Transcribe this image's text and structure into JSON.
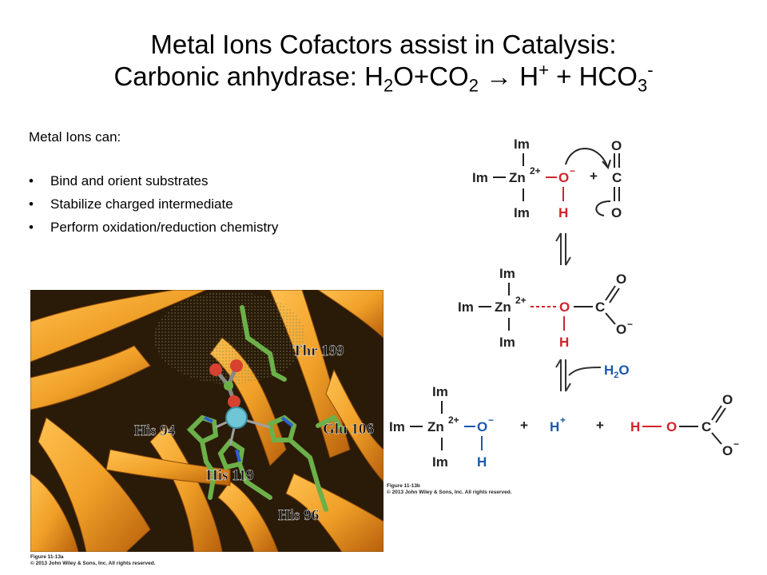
{
  "title": {
    "line1": "Metal Ions Cofactors assist in Catalysis:",
    "line2_prefix": "Carbonic anhydrase: H",
    "line2_sub1": "2",
    "line2_mid1": "O+CO",
    "line2_sub2": "2",
    "line2_arrow": "→",
    "line2_mid2": "H",
    "line2_sup1": "+",
    "line2_mid3": "+ HCO",
    "line2_sub3": "3",
    "line2_sup2": "-"
  },
  "intro": "Metal Ions can:",
  "bullets": [
    "Bind and orient substrates",
    "Stabilize charged intermediate",
    "Perform oxidation/reduction chemistry"
  ],
  "structure_labels": {
    "thr": "Thr 199",
    "his94": "His 94",
    "glu": "Glu 106",
    "his119": "His 119",
    "his96": "His 96"
  },
  "captions": {
    "left_line1": "Figure 11-13a",
    "left_line2": "© 2013 John Wiley & Sons, Inc. All rights reserved.",
    "right_line1": "Figure 11-13b",
    "right_line2": "© 2013 John Wiley & Sons, Inc. All rights reserved."
  },
  "scheme": {
    "im": "Im",
    "zn": "Zn",
    "zn_charge": "2+",
    "o": "O",
    "o_minus": "−",
    "h": "H",
    "c": "C",
    "plus": "+",
    "h_plus": "H",
    "h_plus_charge": "+",
    "h2o": "H",
    "h2o_sub": "2",
    "h2o_o": "O"
  },
  "colors": {
    "red": "#d2232a",
    "blue": "#1b5aa8",
    "ribbon": "#f0a028",
    "ribbon_dark": "#c06a10",
    "stick_green": "#6cb04a",
    "zinc": "#6fc6d6"
  }
}
